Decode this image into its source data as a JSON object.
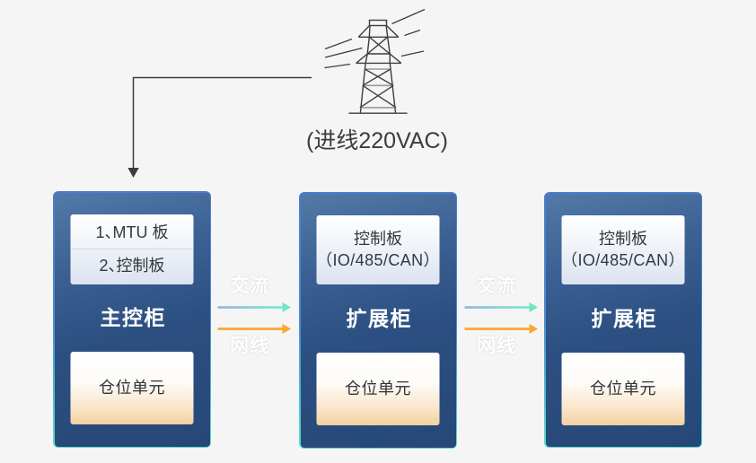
{
  "diagram": {
    "type": "system-architecture",
    "background": "#f5f5f6"
  },
  "power_source": {
    "icon": "transmission-tower-icon",
    "label": "(进线220VAC)"
  },
  "cabinets": [
    {
      "title": "主控柜",
      "boards": [
        "1、MTU 板",
        "2、控制板"
      ],
      "unit": "仓位单元"
    },
    {
      "title": "扩展柜",
      "board_lines": [
        "控制板",
        "（IO/485/CAN）"
      ],
      "unit": "仓位单元"
    },
    {
      "title": "扩展柜",
      "board_lines": [
        "控制板",
        "（IO/485/CAN）"
      ],
      "unit": "仓位单元"
    }
  ],
  "links": [
    {
      "top_label": "交流",
      "bottom_label": "网线"
    },
    {
      "top_label": "交流",
      "bottom_label": "网线"
    }
  ],
  "colors": {
    "cabinet_top": "#527aa8",
    "cabinet_bottom": "#264878",
    "cabinet_edge_top": "#4a7ecd",
    "cabinet_edge_bottom": "#5ce1c6",
    "board_box_top": "#ffffff",
    "board_box_bottom": "#dce3ef",
    "unit_box_top": "#fffefb",
    "unit_box_bottom": "#f4d0a0",
    "ac_arrow_start": "#94b3e6",
    "ac_arrow_end": "#7ce9cb",
    "ac_arrow_head": "#6fe6c4",
    "lan_arrow": "#f8a72e",
    "line_dark": "#3d3d3d",
    "unit_box_bottom_edge": "#f4d0a0",
    "board_text": "#34383e",
    "unit_text": "#303338",
    "title_text": "#ffffff",
    "link_label_text": "#ffffff",
    "caption_text": "#3c3c3c"
  }
}
